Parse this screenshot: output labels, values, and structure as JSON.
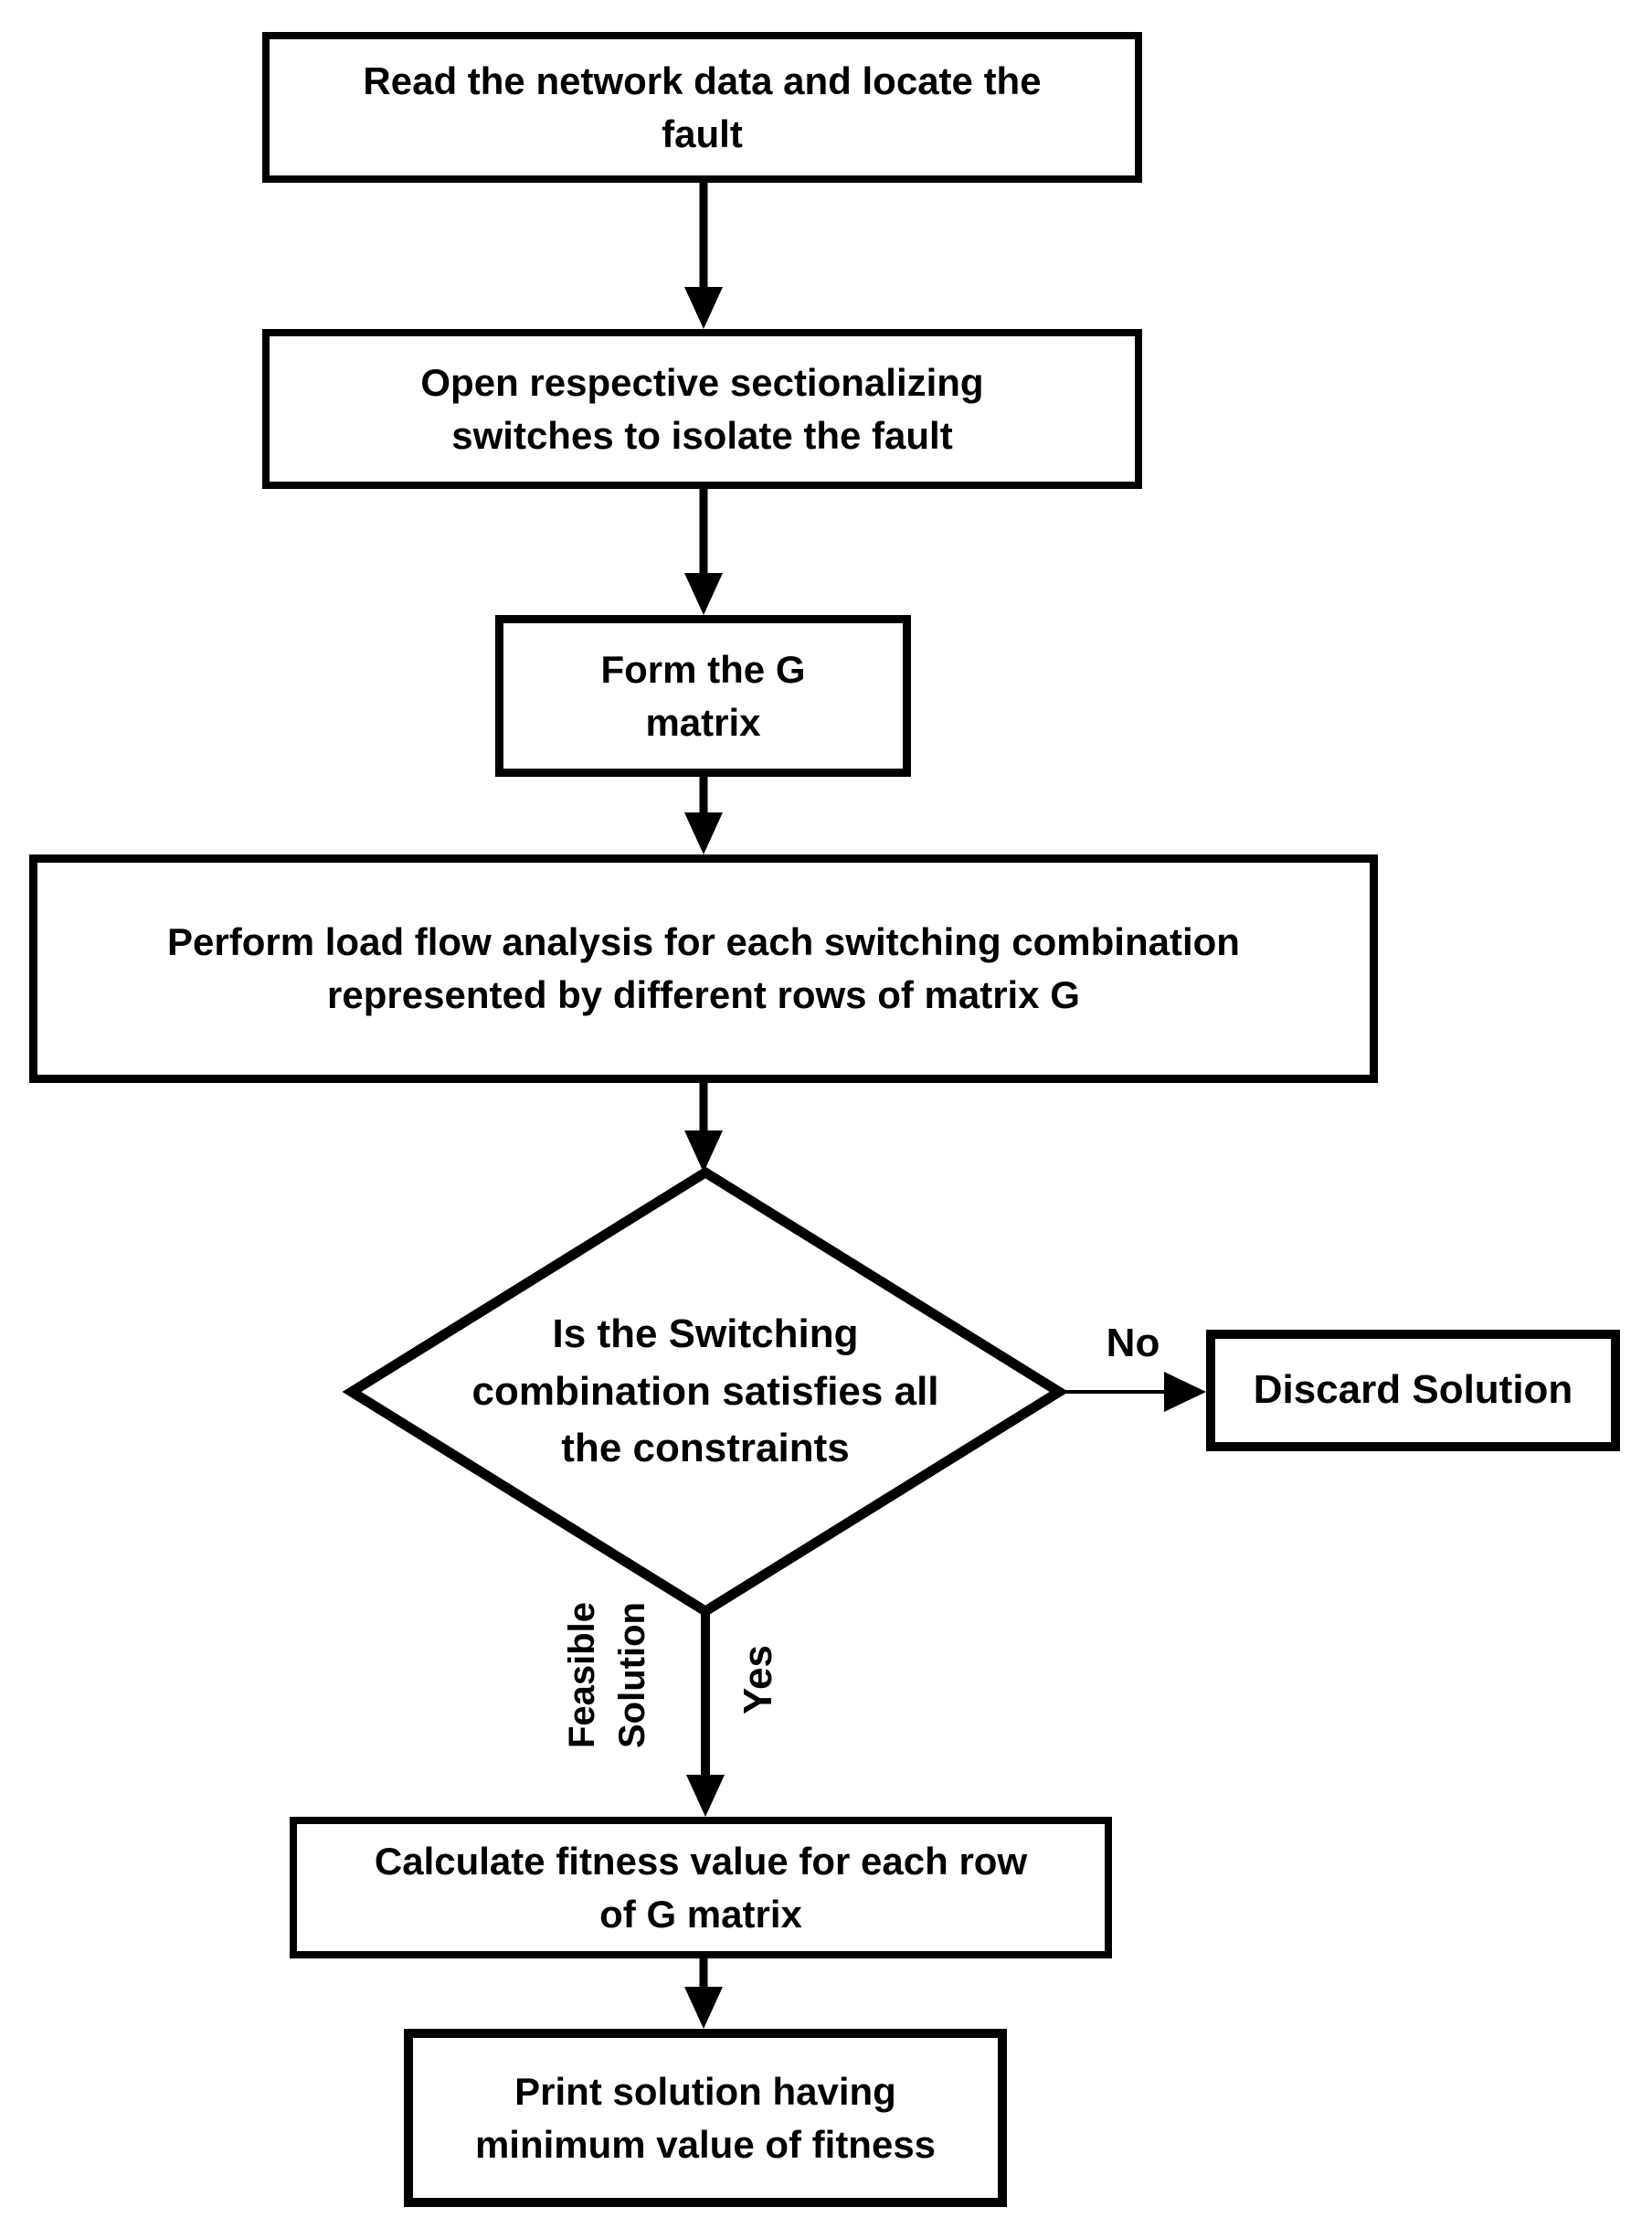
{
  "diagram": {
    "title": "Fault restoration switching-combination flowchart",
    "colors": {
      "ink": "#000000",
      "background": "#ffffff"
    },
    "nodes": {
      "read": {
        "lines": [
          "Read the network data and locate the",
          "fault"
        ]
      },
      "open": {
        "lines": [
          "Open respective sectionalizing",
          "switches to isolate the fault"
        ]
      },
      "form": {
        "lines": [
          "Form the G",
          "matrix"
        ]
      },
      "loadflow": {
        "lines": [
          "Perform load flow analysis for each switching combination",
          "represented by different rows of matrix G"
        ]
      },
      "decision": {
        "lines": [
          "Is the Switching",
          "combination satisfies all",
          "the constraints"
        ]
      },
      "discard": {
        "lines": [
          "Discard Solution"
        ]
      },
      "calculate": {
        "lines": [
          "Calculate fitness value for each row",
          "of G matrix"
        ]
      },
      "print": {
        "lines": [
          "Print solution having",
          "minimum value of fitness"
        ]
      }
    },
    "edge_labels": {
      "no": "No",
      "yes": "Yes",
      "feasible": [
        "Feasible",
        "Solution"
      ]
    }
  }
}
